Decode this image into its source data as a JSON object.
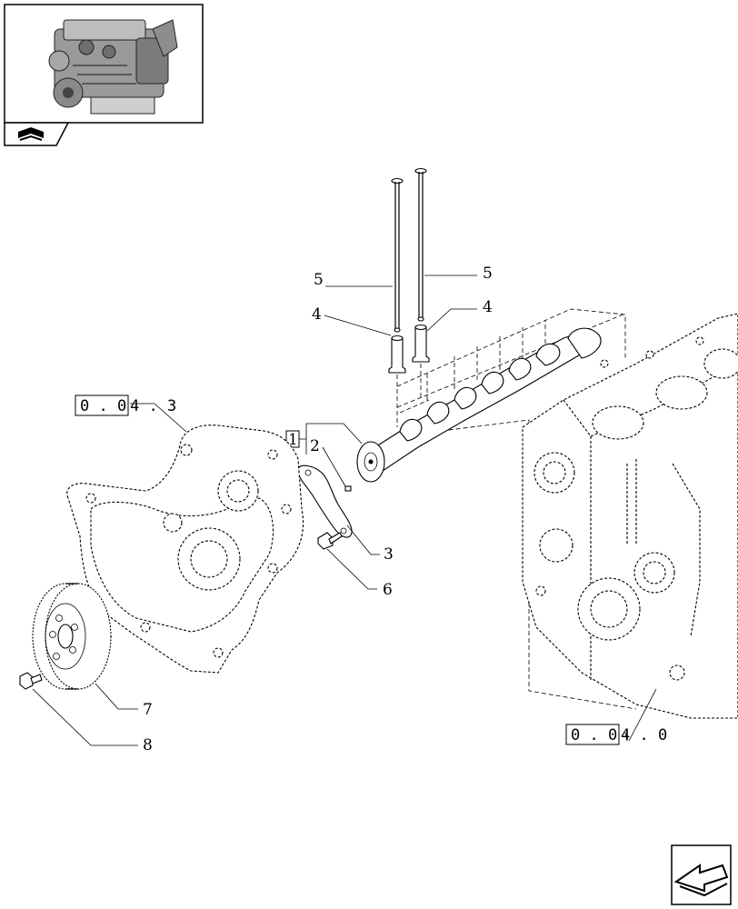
{
  "callouts": [
    {
      "id": "5a",
      "label": "5"
    },
    {
      "id": "5b",
      "label": "5"
    },
    {
      "id": "4a",
      "label": "4"
    },
    {
      "id": "4b",
      "label": "4"
    },
    {
      "id": "1",
      "label": "1"
    },
    {
      "id": "2",
      "label": "2"
    },
    {
      "id": "3",
      "label": "3"
    },
    {
      "id": "6",
      "label": "6"
    },
    {
      "id": "7",
      "label": "7"
    },
    {
      "id": "8",
      "label": "8"
    }
  ],
  "references": {
    "cover_ref_box": "0 . 0",
    "cover_ref_suffix": "4 . 3",
    "block_ref_box": "0 . 0",
    "block_ref_suffix": "4 . 0"
  },
  "icons": {
    "thumbnail": "engine-thumbnail-icon",
    "section_tab": "book-icon",
    "nav_arrow": "previous-page-arrow-icon"
  }
}
